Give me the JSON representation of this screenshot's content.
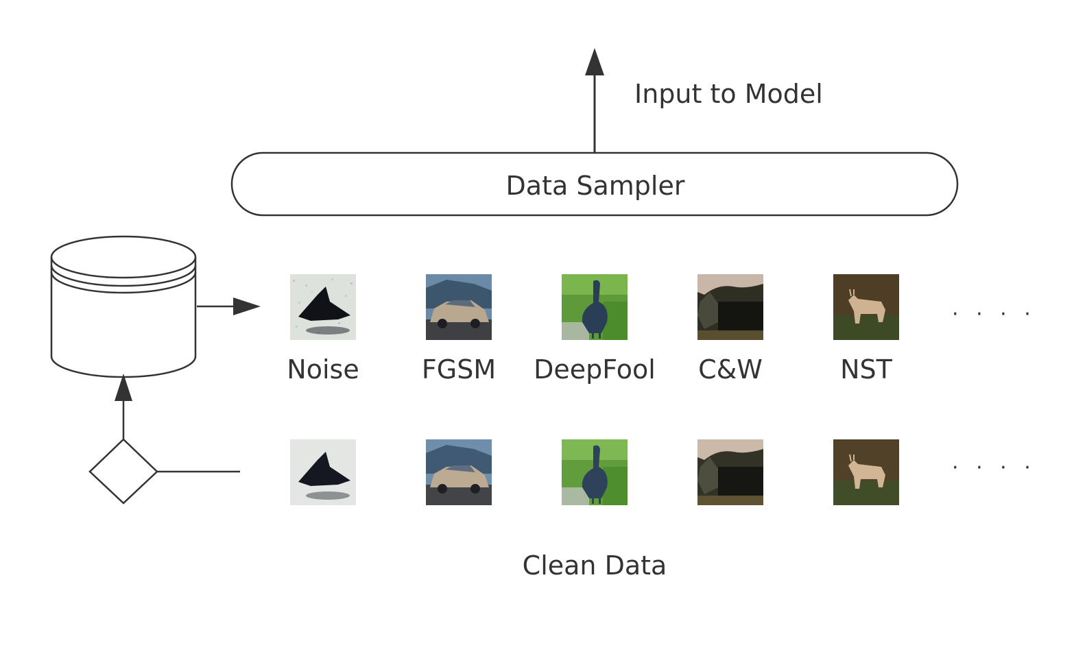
{
  "output_label": "Input to Model",
  "sampler_label": "Data Sampler",
  "clean_label": "Clean Data",
  "ellipsis": "· · · ·",
  "methods": [
    {
      "label": "Noise"
    },
    {
      "label": "FGSM"
    },
    {
      "label": "DeepFool"
    },
    {
      "label": "C&W"
    },
    {
      "label": "NST"
    }
  ],
  "thumbnails": [
    {
      "name": "airplane-image",
      "bg": "#d9dcd8",
      "fg": "#151820"
    },
    {
      "name": "car-image",
      "bg": "#4e6e92",
      "fg": "#b9a891"
    },
    {
      "name": "bird-image",
      "bg": "#5f9a3c",
      "fg": "#2c3f58"
    },
    {
      "name": "cat-image",
      "bg": "#3a3a2c",
      "fg": "#b7a89a"
    },
    {
      "name": "deer-image",
      "bg": "#4d3d24",
      "fg": "#cbb08e"
    }
  ],
  "colors": {
    "stroke": "#333333",
    "text": "#333333"
  }
}
